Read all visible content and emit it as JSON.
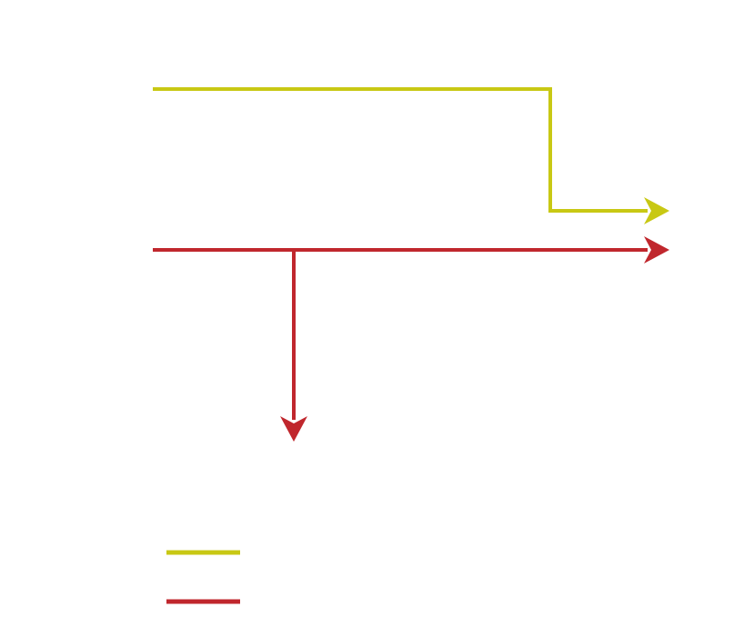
{
  "diagram": {
    "background": "#ffffff",
    "flows": [
      {
        "id": "yellow",
        "color": "#c8c814",
        "arrowhead": "right"
      },
      {
        "id": "red",
        "color": "#c0272d",
        "arrowhead": "right"
      },
      {
        "id": "red-branch",
        "color": "#c0272d",
        "arrowhead": "down"
      }
    ],
    "legend": [
      {
        "id": "legend-yellow",
        "color": "#c8c814",
        "label": ""
      },
      {
        "id": "legend-red",
        "color": "#c0272d",
        "label": ""
      }
    ]
  }
}
